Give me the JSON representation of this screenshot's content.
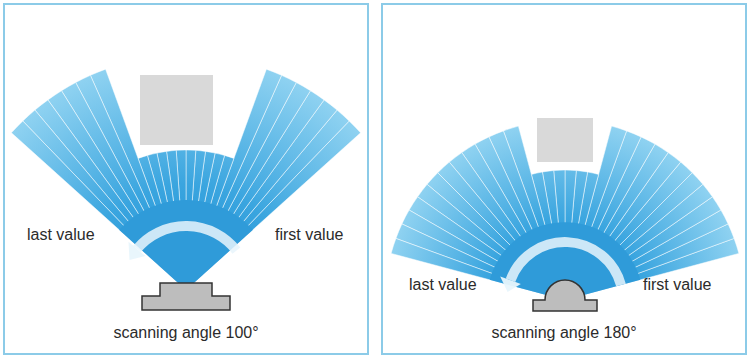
{
  "diagram": {
    "nodes": [
      {
        "text": [
          "last value",
          "first value",
          "scanning angle 100°"
        ]
      },
      {
        "text": [
          "last value",
          "first value",
          "scanning angle 180°"
        ]
      }
    ]
  }
}
